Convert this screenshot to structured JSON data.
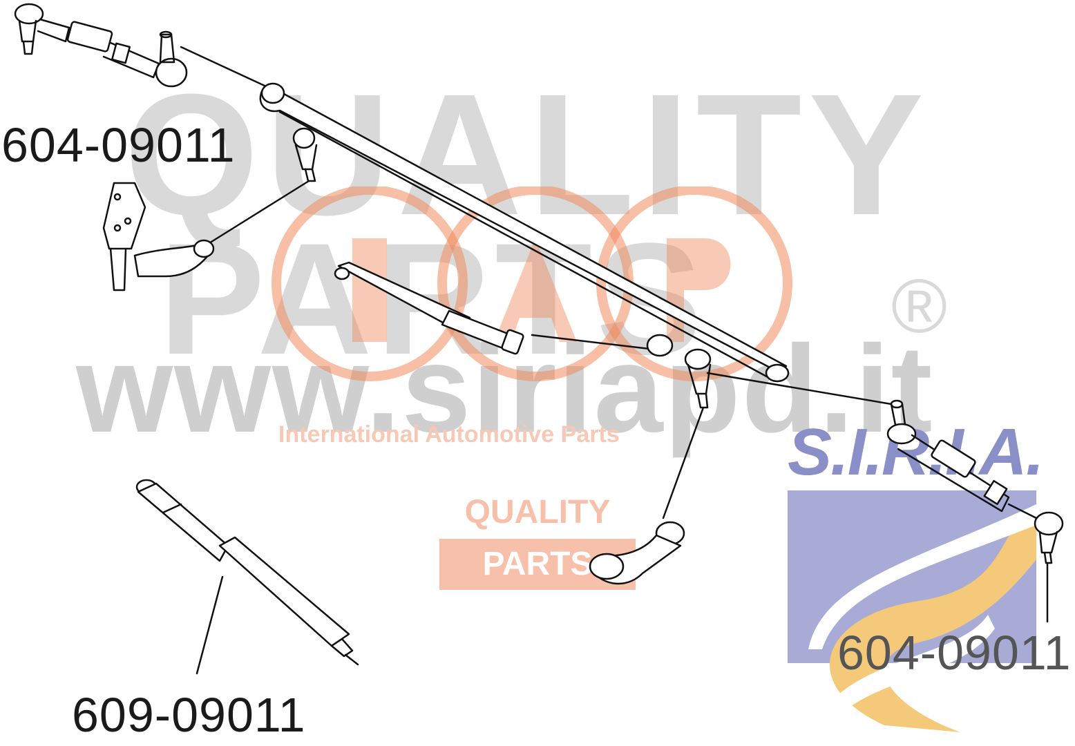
{
  "watermark": {
    "line1": "QUALITY",
    "line2": "PARTS",
    "registered": "®",
    "url": "www.siriapd.it",
    "tagline": "International Automotive Parts",
    "logo_letters": "IAP",
    "badge_line1": "QUALITY",
    "badge_line2": "PARTS",
    "brand": "S.I.R.I.A."
  },
  "labels": {
    "top_left_part": "604-09011",
    "bottom_right_part": "604-09011",
    "bottom_left_part": "609-09011"
  },
  "colors": {
    "watermark_gray": "#d9d9d9",
    "watermark_orange": "#f08a5d",
    "siria_blue": "#8a8fc8",
    "siria_yellow": "#f5c97a",
    "line": "#111111"
  },
  "icons": {
    "iap_logo": "iap-logo-icon",
    "siria_logo": "siria-logo-icon"
  }
}
